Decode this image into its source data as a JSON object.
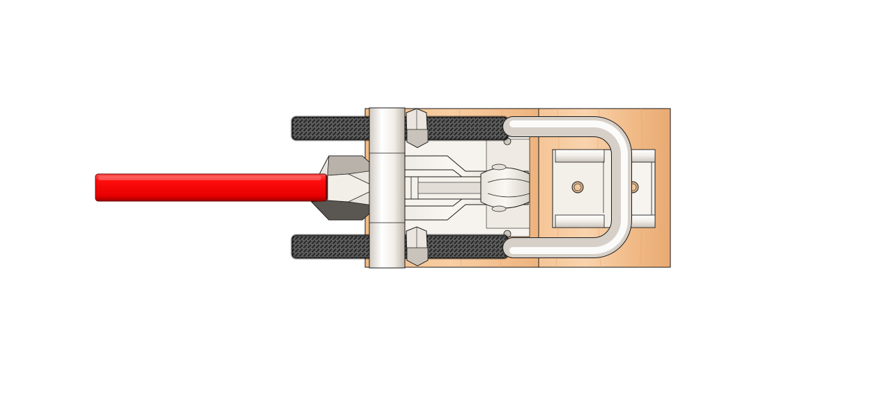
{
  "figure": {
    "subject": "toggle-clamp",
    "view": "top",
    "text_labels": []
  },
  "colors": {
    "background": "#ffffff",
    "handle": "#ff0a0a",
    "handle_dark": "#b00000",
    "handle_highlight": "#ff6666",
    "wood_light": "#f6c79a",
    "wood_mid": "#efb47f",
    "wood_dark": "#e2a06a",
    "metal_light": "#f7f3ee",
    "metal_mid": "#d9d3cc",
    "metal_dark": "#7a7670",
    "outline": "#1a1a1a",
    "thread": "#3a3a3a"
  },
  "parts": [
    {
      "id": "handle",
      "icon": "red-handle-bar"
    },
    {
      "id": "left-board",
      "icon": "wood-block"
    },
    {
      "id": "right-board",
      "icon": "wood-block"
    },
    {
      "id": "bolt-top",
      "icon": "threaded-rod"
    },
    {
      "id": "bolt-bottom",
      "icon": "threaded-rod"
    },
    {
      "id": "hex-nut-top",
      "icon": "hex-nut"
    },
    {
      "id": "hex-nut-bottom",
      "icon": "hex-nut"
    },
    {
      "id": "pivot-pin",
      "icon": "cylinder-pin"
    },
    {
      "id": "u-bolt",
      "icon": "u-shaped-loop"
    },
    {
      "id": "keeper-bracket",
      "icon": "mounting-bracket"
    }
  ]
}
